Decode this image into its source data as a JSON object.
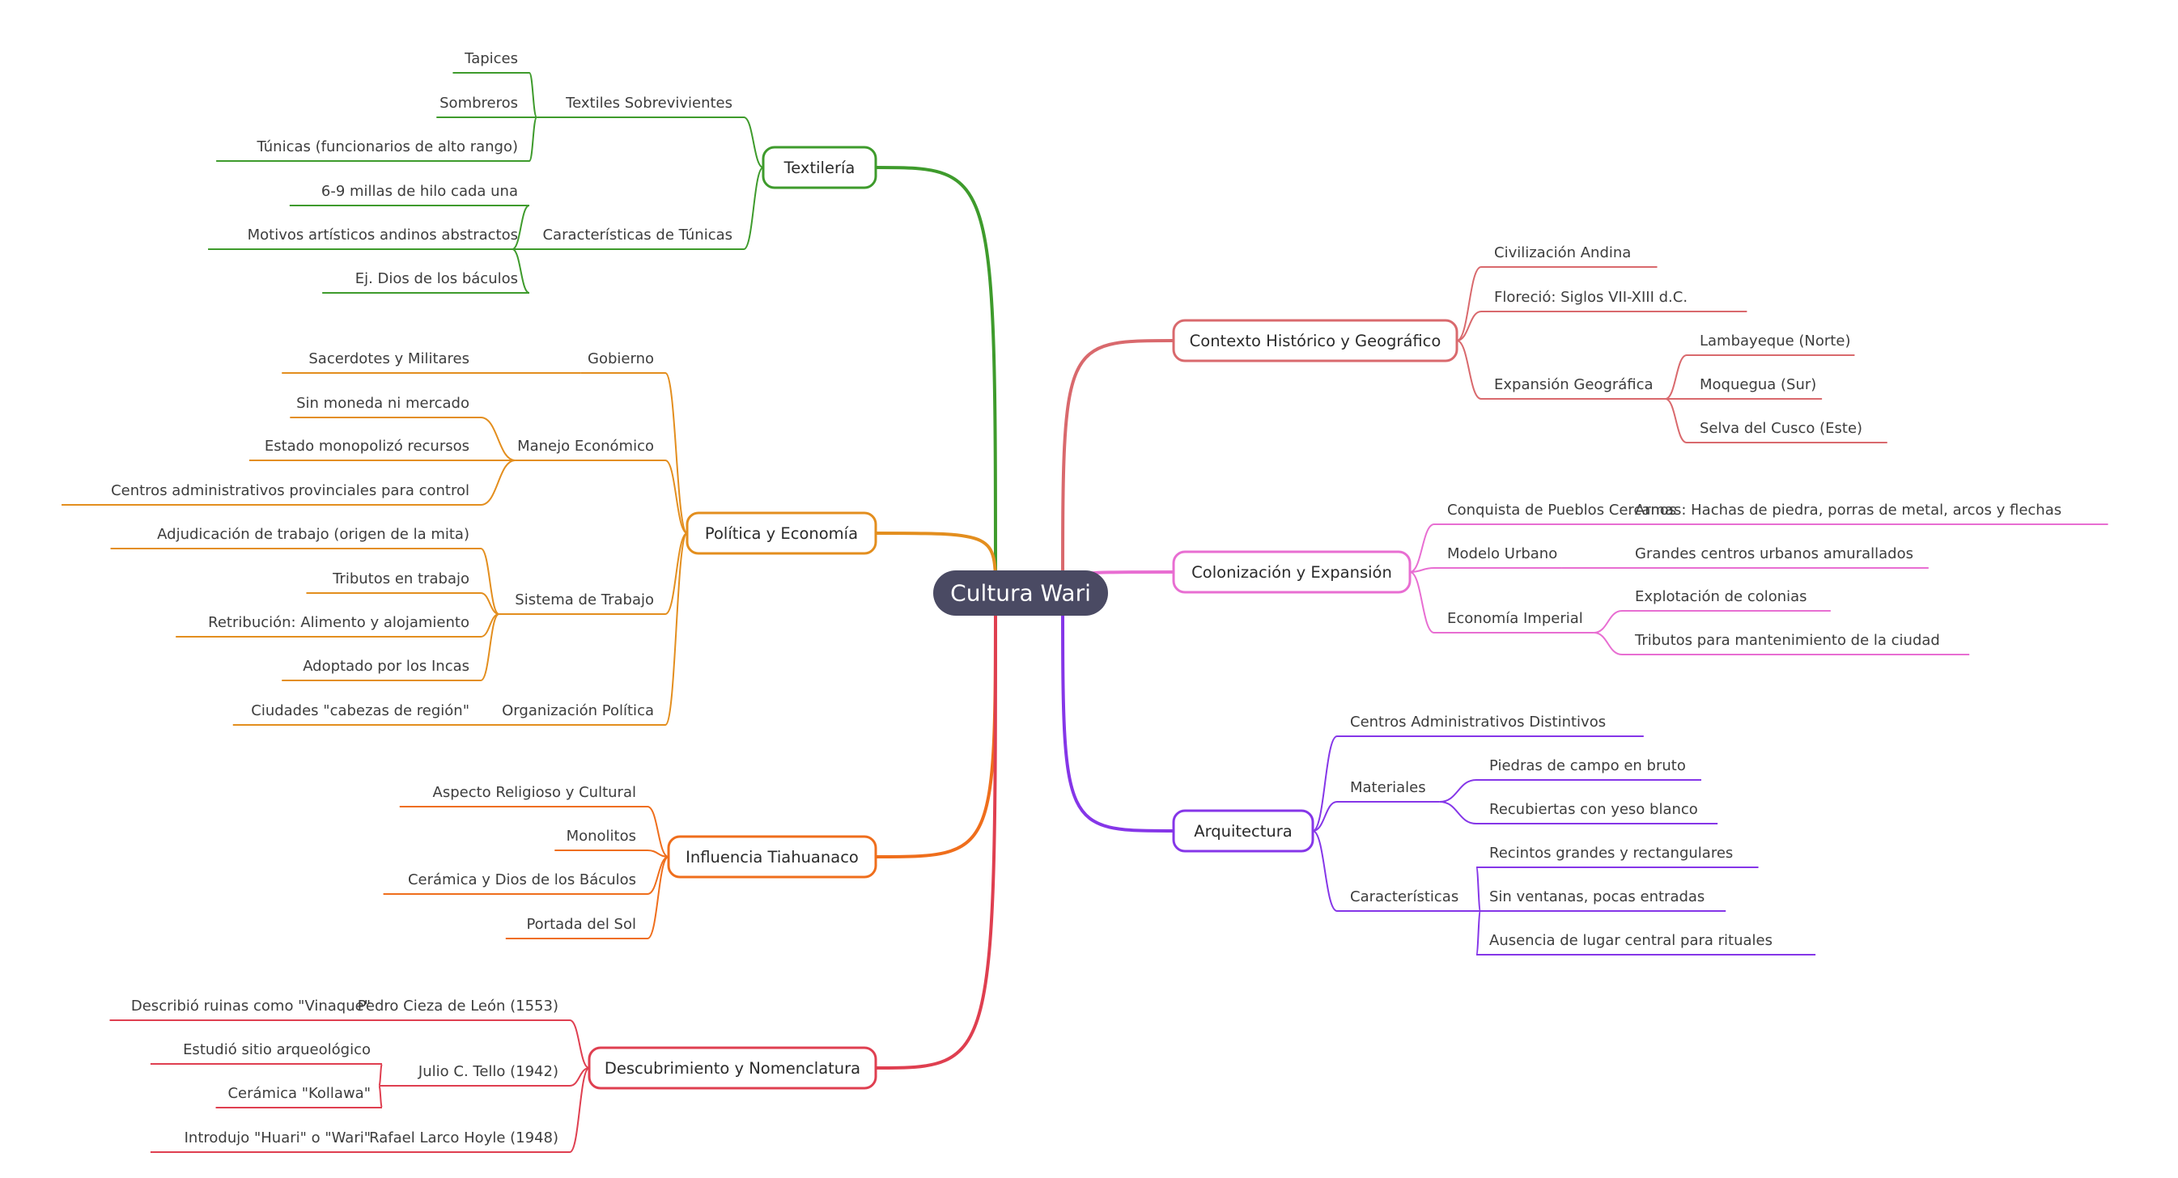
{
  "root": {
    "label": "Cultura Wari",
    "color": "#4a4a63"
  },
  "branches": [
    {
      "key": "contexto",
      "label": "Contexto Histórico y Geográfico",
      "color": "#d9696d",
      "children": [
        {
          "label": "Civilización Andina"
        },
        {
          "label": "Floreció: Siglos VII-XIII d.C."
        },
        {
          "label": "Expansión Geográfica",
          "children": [
            {
              "label": "Lambayeque (Norte)"
            },
            {
              "label": "Moquegua (Sur)"
            },
            {
              "label": "Selva del Cusco (Este)"
            }
          ]
        }
      ]
    },
    {
      "key": "colonizacion",
      "label": "Colonización y Expansión",
      "color": "#e86ed2",
      "children": [
        {
          "label": "Conquista de Pueblos Cercanos",
          "children": [
            {
              "label": "Armas: Hachas de piedra, porras de metal, arcos y flechas"
            }
          ]
        },
        {
          "label": "Modelo Urbano",
          "children": [
            {
              "label": "Grandes centros urbanos amurallados"
            }
          ]
        },
        {
          "label": "Economía Imperial",
          "children": [
            {
              "label": "Explotación de colonias"
            },
            {
              "label": "Tributos para mantenimiento de la ciudad"
            }
          ]
        }
      ]
    },
    {
      "key": "arquitectura",
      "label": "Arquitectura",
      "color": "#8536e8",
      "children": [
        {
          "label": "Centros Administrativos Distintivos"
        },
        {
          "label": "Materiales",
          "children": [
            {
              "label": "Piedras de campo en bruto"
            },
            {
              "label": "Recubiertas con yeso blanco"
            }
          ]
        },
        {
          "label": "Características",
          "children": [
            {
              "label": "Recintos grandes y rectangulares"
            },
            {
              "label": "Sin ventanas, pocas entradas"
            },
            {
              "label": "Ausencia de lugar central para rituales"
            }
          ]
        }
      ]
    },
    {
      "key": "textileria",
      "label": "Textilería",
      "color": "#3e9b2c",
      "children": [
        {
          "label": "Textiles Sobrevivientes",
          "children": [
            {
              "label": "Tapices"
            },
            {
              "label": "Sombreros"
            },
            {
              "label": "Túnicas (funcionarios de alto rango)"
            }
          ]
        },
        {
          "label": "Características de Túnicas",
          "children": [
            {
              "label": "6-9 millas de hilo cada una"
            },
            {
              "label": "Motivos artísticos andinos abstractos"
            },
            {
              "label": "Ej. Dios de los báculos"
            }
          ]
        }
      ]
    },
    {
      "key": "politica",
      "label": "Política y Economía",
      "color": "#e38e1e",
      "children": [
        {
          "label": "Gobierno",
          "children": [
            {
              "label": "Sacerdotes y Militares"
            }
          ]
        },
        {
          "label": "Manejo Económico",
          "children": [
            {
              "label": "Sin moneda ni mercado"
            },
            {
              "label": "Estado monopolizó recursos"
            },
            {
              "label": "Centros administrativos provinciales para control"
            }
          ]
        },
        {
          "label": "Sistema de Trabajo",
          "children": [
            {
              "label": "Adjudicación de trabajo (origen de la mita)"
            },
            {
              "label": "Tributos en trabajo"
            },
            {
              "label": "Retribución: Alimento y alojamiento"
            },
            {
              "label": "Adoptado por los Incas"
            }
          ]
        },
        {
          "label": "Organización Política",
          "children": [
            {
              "label": "Ciudades \"cabezas de región\""
            }
          ]
        }
      ]
    },
    {
      "key": "tiahuanaco",
      "label": "Influencia Tiahuanaco",
      "color": "#ef6e1c",
      "children": [
        {
          "label": "Aspecto Religioso y Cultural"
        },
        {
          "label": "Monolitos"
        },
        {
          "label": "Cerámica y Dios de los Báculos"
        },
        {
          "label": "Portada del Sol"
        }
      ]
    },
    {
      "key": "descubrimiento",
      "label": "Descubrimiento y Nomenclatura",
      "color": "#df3f50",
      "children": [
        {
          "label": "Pedro Cieza de León (1553)",
          "children": [
            {
              "label": "Describió ruinas como \"Vinaque\""
            }
          ]
        },
        {
          "label": "Julio C. Tello (1942)",
          "children": [
            {
              "label": "Estudió sitio arqueológico"
            },
            {
              "label": "Cerámica \"Kollawa\""
            }
          ]
        },
        {
          "label": "Rafael Larco Hoyle (1948)",
          "children": [
            {
              "label": "Introdujo \"Huari\" o \"Wari\""
            }
          ]
        }
      ]
    }
  ]
}
